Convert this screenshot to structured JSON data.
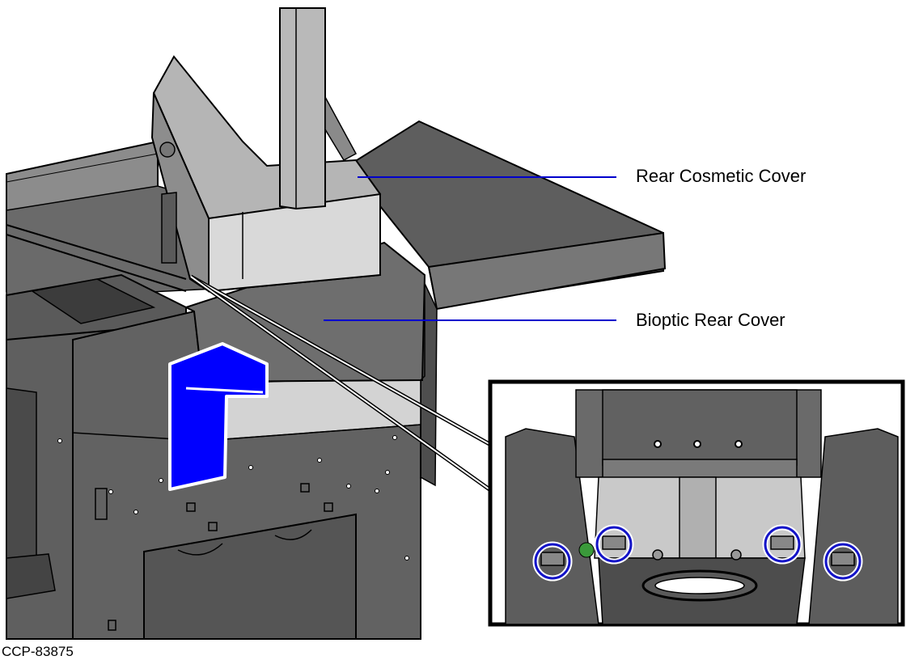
{
  "callouts": {
    "rear_cosmetic_cover": "Rear Cosmetic Cover",
    "bioptic_rear_cover": "Bioptic Rear Cover"
  },
  "figure_id": "CCP-83875",
  "colors": {
    "arrow": "#0000ff",
    "leader_line": "#0000cc",
    "highlight_circle": "#1414c8",
    "housing_dark": "#5d5d5d",
    "housing_light": "#d2d2d2",
    "outline": "#000000"
  },
  "icons": {
    "direction_arrow": "lift-and-pull-arrow",
    "detail_markers": "latch-highlight-circle"
  }
}
